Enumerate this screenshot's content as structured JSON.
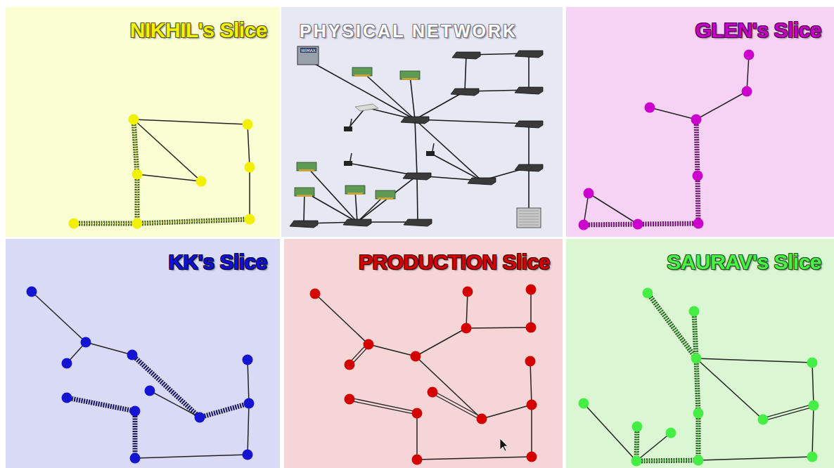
{
  "diagram": {
    "nodes": [
      {
        "text": [
          "NIKHIL's Slice"
        ]
      },
      {
        "text": [
          "PHYSICAL NETWORK"
        ]
      },
      {
        "text": [
          "GLEN's Slice"
        ]
      },
      {
        "text": [
          "KK's Slice"
        ]
      },
      {
        "text": [
          "PRODUCTION Slice"
        ]
      },
      {
        "text": [
          "SAURAV's Slice"
        ]
      }
    ],
    "labels": [
      "WiMAX"
    ]
  }
}
